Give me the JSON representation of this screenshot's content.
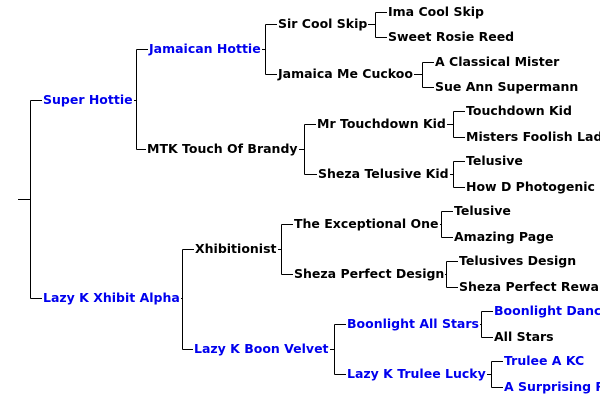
{
  "colors": {
    "blue": "#0000ee",
    "black": "#000000",
    "line": "#000000"
  },
  "pedigree": {
    "id": "sire",
    "name": "Super Hottie",
    "link": true,
    "children": [
      {
        "id": "ss",
        "name": "Jamaican Hottie",
        "link": true,
        "children": [
          {
            "id": "sss",
            "name": "Sir Cool Skip",
            "link": false,
            "children": [
              {
                "id": "ssss",
                "name": "Ima Cool Skip",
                "link": false
              },
              {
                "id": "sssd",
                "name": "Sweet Rosie Reed",
                "link": false
              }
            ]
          },
          {
            "id": "ssd",
            "name": "Jamaica Me Cuckoo",
            "link": false,
            "children": [
              {
                "id": "ssds",
                "name": "A Classical Mister",
                "link": false
              },
              {
                "id": "ssdd",
                "name": "Sue Ann Supermann",
                "link": false
              }
            ]
          }
        ]
      },
      {
        "id": "sd",
        "name": "MTK Touch Of Brandy",
        "link": false,
        "children": [
          {
            "id": "sds",
            "name": "Mr Touchdown Kid",
            "link": false,
            "children": [
              {
                "id": "sdss",
                "name": "Touchdown Kid",
                "link": false
              },
              {
                "id": "sdsd",
                "name": "Misters Foolish Lady",
                "link": false
              }
            ]
          },
          {
            "id": "sdd",
            "name": "Sheza Telusive Kid",
            "link": false,
            "children": [
              {
                "id": "sdds",
                "name": "Telusive",
                "link": false
              },
              {
                "id": "sddd",
                "name": "How D Photogenic",
                "link": false
              }
            ]
          }
        ]
      }
    ]
  },
  "dam": {
    "id": "dam",
    "name": "Lazy K Xhibit Alpha",
    "link": true,
    "children": [
      {
        "id": "ds",
        "name": "Xhibitionist",
        "link": false,
        "children": [
          {
            "id": "dss",
            "name": "The Exceptional One",
            "link": false,
            "children": [
              {
                "id": "dsss",
                "name": "Telusive",
                "link": false
              },
              {
                "id": "dssd",
                "name": "Amazing Page",
                "link": false
              }
            ]
          },
          {
            "id": "dsd",
            "name": "Sheza Perfect Design",
            "link": false,
            "children": [
              {
                "id": "dsds",
                "name": "Telusives Design",
                "link": false
              },
              {
                "id": "dsdd",
                "name": "Sheza Perfect Reward",
                "link": false
              }
            ]
          }
        ]
      },
      {
        "id": "dd",
        "name": "Lazy K Boon Velvet",
        "link": true,
        "children": [
          {
            "id": "dds",
            "name": "Boonlight All Stars",
            "link": true,
            "children": [
              {
                "id": "ddss",
                "name": "Boonlight Dance",
                "link": true
              },
              {
                "id": "ddsd",
                "name": "All Stars",
                "link": false
              }
            ]
          },
          {
            "id": "ddd",
            "name": "Lazy K Trulee Lucky",
            "link": true,
            "children": [
              {
                "id": "ddds",
                "name": "Trulee A KC",
                "link": true
              },
              {
                "id": "dddd",
                "name": "A Surprising R",
                "link": true
              }
            ]
          }
        ]
      }
    ]
  }
}
